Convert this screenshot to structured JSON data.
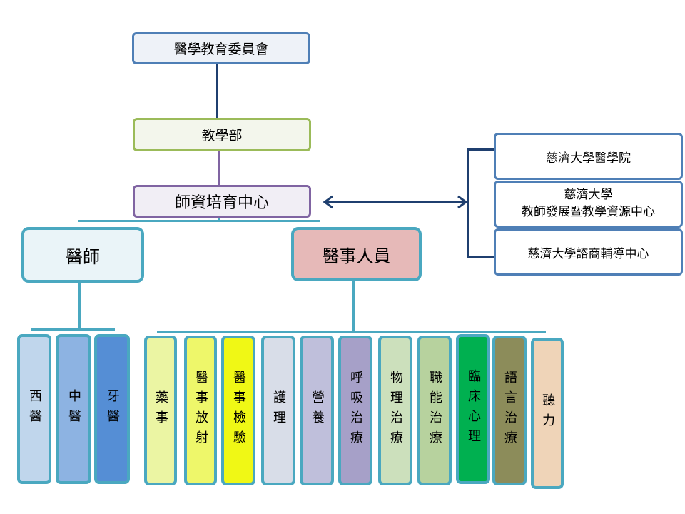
{
  "nodes": {
    "committee": {
      "label": "醫學教育委員會",
      "fill": "#eef2f8",
      "border": "#4f7fb6"
    },
    "dept": {
      "label": "教學部",
      "fill": "#f3f6ec",
      "border": "#9bbb59"
    },
    "center": {
      "label": "師資培育中心",
      "fill": "#f1eef5",
      "border": "#8064a2"
    },
    "physicians": {
      "label": "醫師",
      "fill": "#eaf4f8",
      "border": "#4aa8c0"
    },
    "allied": {
      "label": "醫事人員",
      "fill": "#e6b9b8",
      "border": "#4aa8c0"
    }
  },
  "partners": [
    {
      "label": "慈濟大學醫學院"
    },
    {
      "label_line1": "慈濟大學",
      "label_line2": "教師發展暨教學資源中心"
    },
    {
      "label": "慈濟大學諮商輔導中心"
    }
  ],
  "partner_colors": {
    "border": "#4f7fb6",
    "bracket": "#1f3f6f",
    "arrow": "#1f3f6f"
  },
  "physician_types": [
    {
      "label": "西醫",
      "fill": "#c0d6ec"
    },
    {
      "label": "中醫",
      "fill": "#8db3e2"
    },
    {
      "label": "牙醫",
      "fill": "#558ed5"
    }
  ],
  "allied_types": [
    {
      "label": "藥事",
      "fill": "#ebf5a3"
    },
    {
      "label": "醫事放射",
      "fill": "#eef76a"
    },
    {
      "label": "醫事檢驗",
      "fill": "#f0f815"
    },
    {
      "label": "護理",
      "fill": "#d8dde8"
    },
    {
      "label": "營養",
      "fill": "#bfbfdb"
    },
    {
      "label": "呼吸治療",
      "fill": "#a6a0c8"
    },
    {
      "label": "物理治療",
      "fill": "#cce0bc"
    },
    {
      "label": "職能治療",
      "fill": "#b7d29e"
    },
    {
      "label": "臨床心理",
      "fill": "#00b050"
    },
    {
      "label": "語言治療",
      "fill": "#8c8c5a"
    },
    {
      "label": "聽力",
      "fill": "#efd4b8"
    }
  ]
}
